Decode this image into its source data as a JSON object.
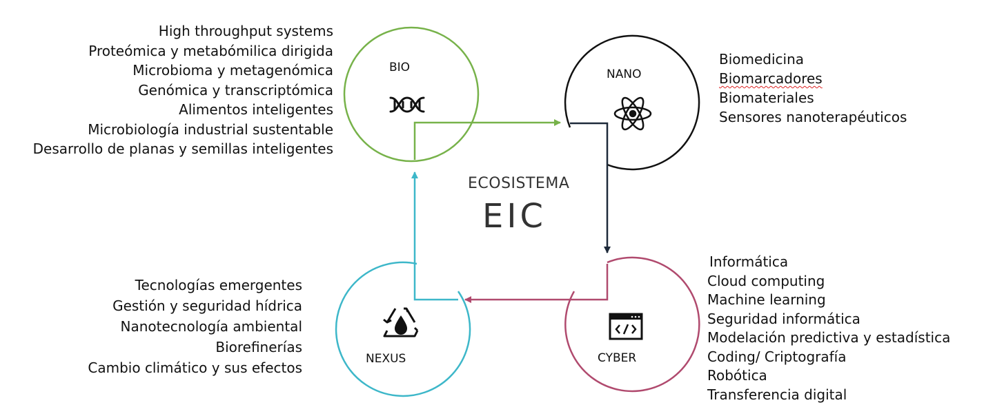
{
  "center": {
    "subtitle": "ECOSISTEMA",
    "title": "EIC"
  },
  "nodes": {
    "bio": {
      "label": "BIO",
      "icon": "dna-icon",
      "color": "#77b24a"
    },
    "nano": {
      "label": "NANO",
      "icon": "atom-icon",
      "color": "#111111"
    },
    "cyber": {
      "label": "CYBER",
      "icon": "code-window-icon",
      "color": "#b04a6e"
    },
    "nexus": {
      "label": "NEXUS",
      "icon": "recycle-water-icon",
      "color": "#3db7c9"
    }
  },
  "arrows": {
    "bio_to_nano": {
      "color": "#77b24a"
    },
    "nano_to_cyber": {
      "color": "#1e2a3a"
    },
    "cyber_to_nexus": {
      "color": "#b04a6e"
    },
    "nexus_to_bio": {
      "color": "#3db7c9"
    }
  },
  "lists": {
    "bio": [
      "High throughput systems",
      "Proteómica y metabómilica dirigida",
      "Microbioma y metagenómica",
      "Genómica y transcriptómica",
      "Alimentos inteligentes",
      "Microbiología industrial sustentable",
      "Desarrollo de planas y semillas inteligentes"
    ],
    "nano": [
      "Biomedicina",
      "Biomarcadores",
      "Biomateriales",
      "Sensores nanoterapéuticos"
    ],
    "cyber": [
      "Informática",
      "Cloud computing",
      "Machine learning",
      "Seguridad informática",
      "Modelación predictiva y estadística",
      "Coding/ Criptografía",
      "Robótica",
      "Transferencia digital"
    ],
    "nexus": [
      "Tecnologías emergentes",
      "Gestión y seguridad hídrica",
      "Nanotecnología ambiental",
      "Biorefinerías",
      "Cambio climático y sus efectos"
    ]
  }
}
